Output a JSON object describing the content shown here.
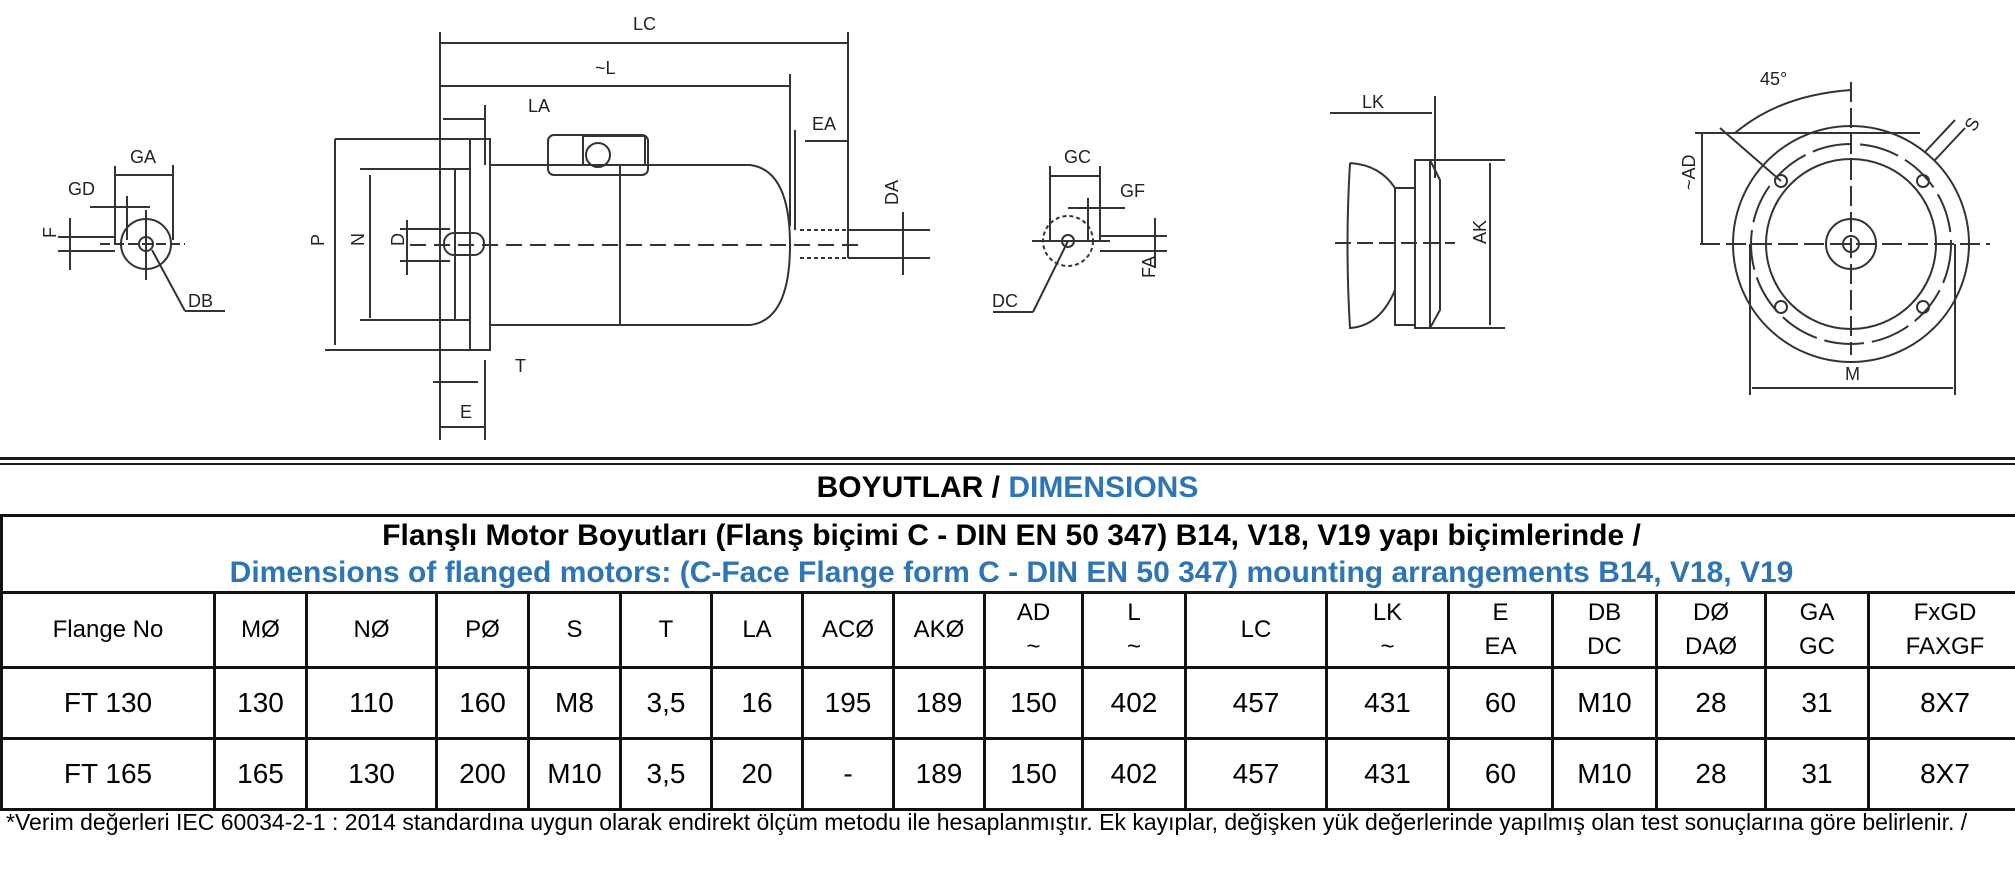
{
  "drawings": {
    "shaft_end_view": {
      "labels": [
        "GA",
        "GD",
        "F",
        "DB"
      ]
    },
    "side_view": {
      "labels": [
        "LC",
        "~L",
        "LA",
        "EA",
        "DA",
        "P",
        "N",
        "D",
        "T",
        "E"
      ]
    },
    "second_shaft_view": {
      "labels": [
        "GC",
        "GF",
        "DC",
        "FA"
      ]
    },
    "brake_view": {
      "labels": [
        "LK",
        "AK"
      ]
    },
    "front_view": {
      "labels": [
        "45°",
        "~AD",
        "S",
        "M"
      ]
    }
  },
  "header": {
    "title_tr": "BOYUTLAR / ",
    "title_en": "DIMENSIONS",
    "subtitle_tr": "Flanşlı Motor Boyutları (Flanş biçimi  C - DIN EN 50 347) B14, V18, V19 yapı biçimlerinde /",
    "subtitle_en": "Dimensions of flanged motors: (C-Face Flange form C - DIN EN 50 347) mounting arrangements B14, V18, V19"
  },
  "table": {
    "columns": [
      {
        "line1": "Flange No",
        "line2": ""
      },
      {
        "line1": "MØ",
        "line2": ""
      },
      {
        "line1": "NØ",
        "line2": ""
      },
      {
        "line1": "PØ",
        "line2": ""
      },
      {
        "line1": "S",
        "line2": ""
      },
      {
        "line1": "T",
        "line2": ""
      },
      {
        "line1": "LA",
        "line2": ""
      },
      {
        "line1": "ACØ",
        "line2": ""
      },
      {
        "line1": "AKØ",
        "line2": ""
      },
      {
        "line1": "AD",
        "line2": "~"
      },
      {
        "line1": "L",
        "line2": "~"
      },
      {
        "line1": "LC",
        "line2": ""
      },
      {
        "line1": "LK",
        "line2": "~"
      },
      {
        "line1": "E",
        "line2": "EA"
      },
      {
        "line1": "DB",
        "line2": "DC"
      },
      {
        "line1": "DØ",
        "line2": "DAØ"
      },
      {
        "line1": "GA",
        "line2": "GC"
      },
      {
        "line1": "FxGD",
        "line2": "FAXGF"
      }
    ],
    "rows": [
      [
        "FT 130",
        "130",
        "110",
        "160",
        "M8",
        "3,5",
        "16",
        "195",
        "189",
        "150",
        "402",
        "457",
        "431",
        "60",
        "M10",
        "28",
        "31",
        "8X7"
      ],
      [
        "FT 165",
        "165",
        "130",
        "200",
        "M10",
        "3,5",
        "20",
        "-",
        "189",
        "150",
        "402",
        "457",
        "431",
        "60",
        "M10",
        "28",
        "31",
        "8X7"
      ]
    ]
  },
  "footnote": "*Verim değerleri IEC 60034-2-1 : 2014 standardına uygun olarak endirekt ölçüm metodu ile hesaplanmıştır. Ek kayıplar, değişken yük değerlerinde yapılmış olan test sonuçlarına göre belirlenir. /",
  "colors": {
    "accent_blue": "#2e75b6",
    "line": "#111111"
  }
}
